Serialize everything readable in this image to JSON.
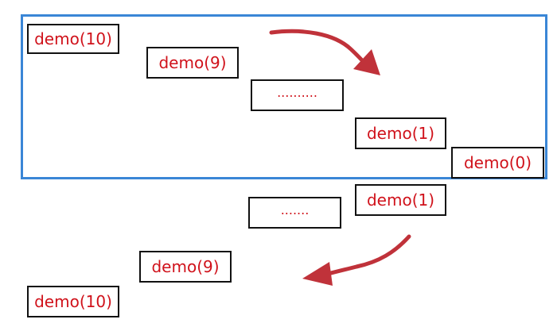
{
  "boxes_top": {
    "demo10": "demo(10)",
    "demo9": "demo(9)",
    "ellipsis": "..........",
    "demo1": "demo(1)",
    "demo0": "demo(0)"
  },
  "boxes_bottom": {
    "demo1": "demo(1)",
    "ellipsis": ".......",
    "demo9": "demo(9)",
    "demo10": "demo(10)"
  },
  "colors": {
    "frame": "#3a86d6",
    "text": "#d0121b",
    "arrow": "#c0323a",
    "box_border": "#111111"
  }
}
